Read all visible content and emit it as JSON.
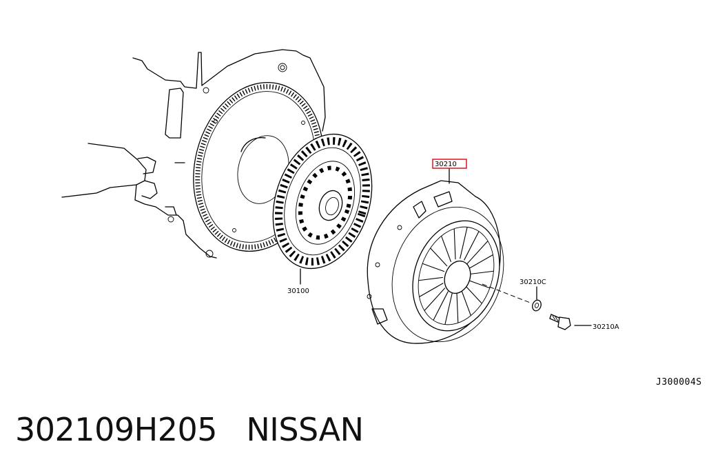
{
  "diagram": {
    "parts": [
      {
        "number": "30100"
      },
      {
        "number": "30210",
        "highlighted": true,
        "highlight_color": "#e8202a"
      },
      {
        "number": "30210C"
      },
      {
        "number": "30210A"
      }
    ],
    "figure_code": "J300004S"
  },
  "caption": {
    "part_number": "302109H205",
    "brand": "NISSAN"
  }
}
